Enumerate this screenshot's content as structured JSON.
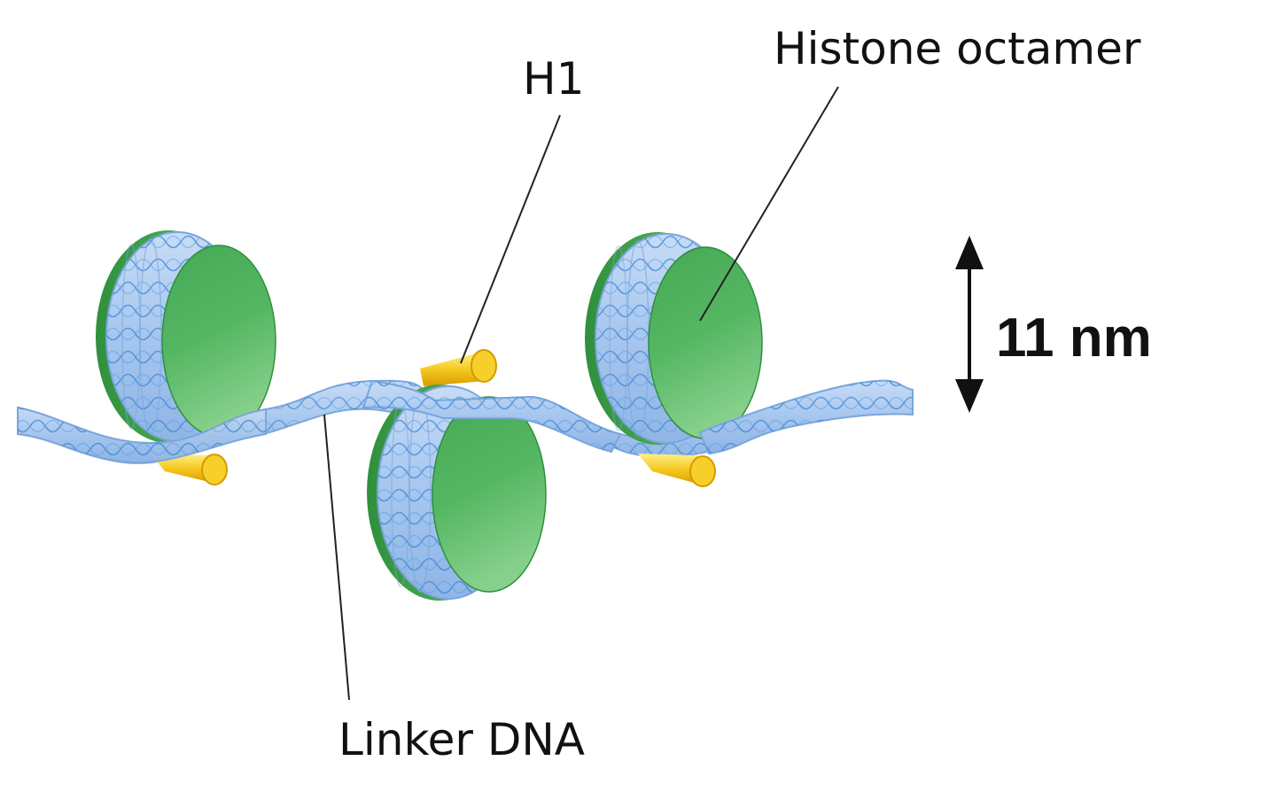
{
  "labels": {
    "histone_octamer": "Histone octamer",
    "h1": "H1",
    "linker_dna": "Linker DNA",
    "scale": "11 nm"
  },
  "colors": {
    "histone_light": "#7fcf86",
    "histone_mid": "#4fb35a",
    "histone_dark": "#2f8f3c",
    "dna_fill": "#a9c8ef",
    "dna_edge": "#7aa6dc",
    "dna_strand": "#3b86d6",
    "h1_light": "#ffe36a",
    "h1_dark": "#e0a800",
    "leader": "#222222"
  }
}
